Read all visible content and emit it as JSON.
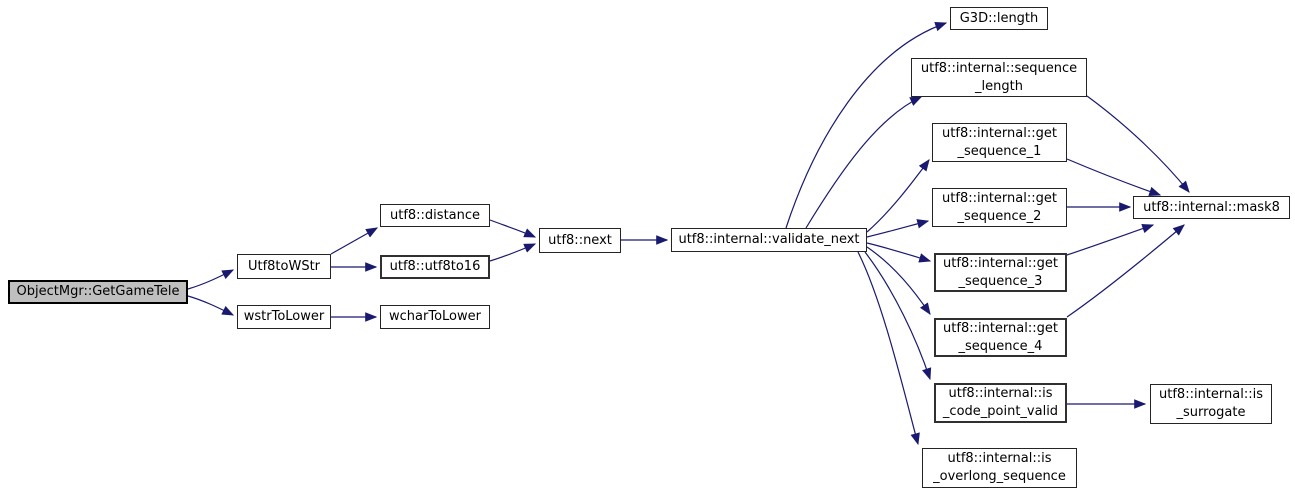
{
  "diagram": {
    "type": "call-graph",
    "root": "ObjectMgr::GetGameTele",
    "colors": {
      "edge": "#191970",
      "node_border": "#242424",
      "node_fill": "#ffffff",
      "root_fill": "#bfbfbf",
      "text": "#000000",
      "background": "#ffffff"
    },
    "nodes": [
      {
        "id": "getgametele",
        "label": "ObjectMgr::GetGameTele"
      },
      {
        "id": "utf8towstr",
        "label": "Utf8toWStr"
      },
      {
        "id": "wstrtolower",
        "label": "wstrToLower"
      },
      {
        "id": "distance",
        "label": "utf8::distance"
      },
      {
        "id": "utf8to16",
        "label": "utf8::utf8to16"
      },
      {
        "id": "wchartolower",
        "label": "wcharToLower"
      },
      {
        "id": "next",
        "label": "utf8::next"
      },
      {
        "id": "validatenext",
        "label": "utf8::internal::validate_next"
      },
      {
        "id": "g3dlength",
        "label": "G3D::length"
      },
      {
        "id": "seqlength",
        "label": "utf8::internal::sequence\n_length"
      },
      {
        "id": "gs1",
        "label": "utf8::internal::get\n_sequence_1"
      },
      {
        "id": "gs2",
        "label": "utf8::internal::get\n_sequence_2"
      },
      {
        "id": "gs3",
        "label": "utf8::internal::get\n_sequence_3"
      },
      {
        "id": "gs4",
        "label": "utf8::internal::get\n_sequence_4"
      },
      {
        "id": "mask8",
        "label": "utf8::internal::mask8"
      },
      {
        "id": "iscodepoint",
        "label": "utf8::internal::is\n_code_point_valid"
      },
      {
        "id": "issurrogate",
        "label": "utf8::internal::is\n_surrogate"
      },
      {
        "id": "isoverlong",
        "label": "utf8::internal::is\n_overlong_sequence"
      }
    ],
    "edges": [
      {
        "from": "ObjectMgr::GetGameTele",
        "to": "Utf8toWStr"
      },
      {
        "from": "ObjectMgr::GetGameTele",
        "to": "wstrToLower"
      },
      {
        "from": "Utf8toWStr",
        "to": "utf8::distance"
      },
      {
        "from": "Utf8toWStr",
        "to": "utf8::utf8to16"
      },
      {
        "from": "wstrToLower",
        "to": "wcharToLower"
      },
      {
        "from": "utf8::distance",
        "to": "utf8::next"
      },
      {
        "from": "utf8::utf8to16",
        "to": "utf8::next"
      },
      {
        "from": "utf8::next",
        "to": "utf8::internal::validate_next"
      },
      {
        "from": "utf8::internal::validate_next",
        "to": "G3D::length"
      },
      {
        "from": "utf8::internal::validate_next",
        "to": "utf8::internal::sequence_length"
      },
      {
        "from": "utf8::internal::validate_next",
        "to": "utf8::internal::get_sequence_1"
      },
      {
        "from": "utf8::internal::validate_next",
        "to": "utf8::internal::get_sequence_2"
      },
      {
        "from": "utf8::internal::validate_next",
        "to": "utf8::internal::get_sequence_3"
      },
      {
        "from": "utf8::internal::validate_next",
        "to": "utf8::internal::get_sequence_4"
      },
      {
        "from": "utf8::internal::validate_next",
        "to": "utf8::internal::is_code_point_valid"
      },
      {
        "from": "utf8::internal::validate_next",
        "to": "utf8::internal::is_overlong_sequence"
      },
      {
        "from": "utf8::internal::sequence_length",
        "to": "utf8::internal::mask8"
      },
      {
        "from": "utf8::internal::get_sequence_1",
        "to": "utf8::internal::mask8"
      },
      {
        "from": "utf8::internal::get_sequence_2",
        "to": "utf8::internal::mask8"
      },
      {
        "from": "utf8::internal::get_sequence_3",
        "to": "utf8::internal::mask8"
      },
      {
        "from": "utf8::internal::get_sequence_4",
        "to": "utf8::internal::mask8"
      },
      {
        "from": "utf8::internal::is_code_point_valid",
        "to": "utf8::internal::is_surrogate"
      }
    ]
  }
}
